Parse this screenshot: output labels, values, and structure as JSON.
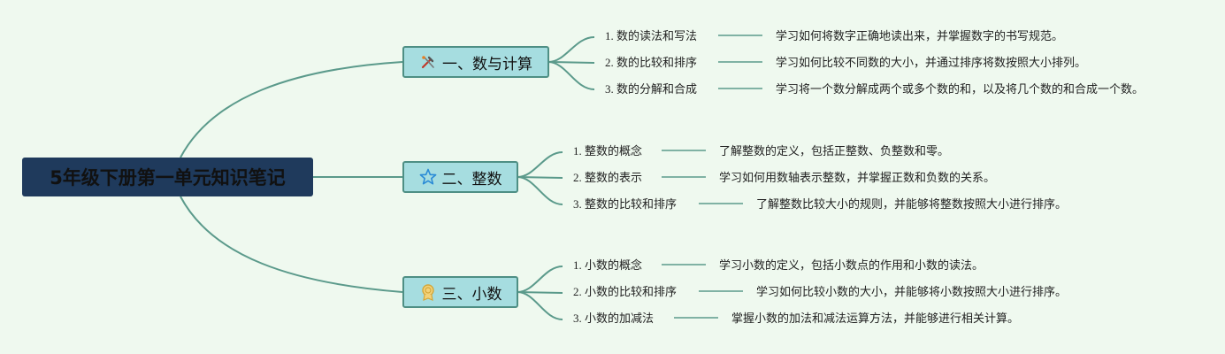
{
  "root": {
    "title": "5年级下册第一单元知识笔记"
  },
  "branches": [
    {
      "title": "一、数与计算",
      "icon": "tools-icon",
      "items": [
        {
          "label": "1. 数的读法和写法",
          "desc": "学习如何将数字正确地读出来，并掌握数字的书写规范。"
        },
        {
          "label": "2. 数的比较和排序",
          "desc": "学习如何比较不同数的大小，并通过排序将数按照大小排列。"
        },
        {
          "label": "3. 数的分解和合成",
          "desc": "学习将一个数分解成两个或多个数的和，以及将几个数的和合成一个数。"
        }
      ]
    },
    {
      "title": "二、整数",
      "icon": "star-icon",
      "items": [
        {
          "label": "1. 整数的概念",
          "desc": "了解整数的定义，包括正整数、负整数和零。"
        },
        {
          "label": "2. 整数的表示",
          "desc": "学习如何用数轴表示整数，并掌握正数和负数的关系。"
        },
        {
          "label": "3. 整数的比较和排序",
          "desc": "了解整数比较大小的规则，并能够将整数按照大小进行排序。"
        }
      ]
    },
    {
      "title": "三、小数",
      "icon": "medal-icon",
      "items": [
        {
          "label": "1. 小数的概念",
          "desc": "学习小数的定义，包括小数点的作用和小数的读法。"
        },
        {
          "label": "2. 小数的比较和排序",
          "desc": "学习如何比较小数的大小，并能够将小数按照大小进行排序。"
        },
        {
          "label": "3. 小数的加减法",
          "desc": "掌握小数的加法和减法运算方法，并能够进行相关计算。"
        }
      ]
    }
  ],
  "colors": {
    "line": "#5b9a8b",
    "root_bg": "#1f3a5c",
    "branch_bg": "#a6dde0",
    "background": "#eff9ef"
  }
}
